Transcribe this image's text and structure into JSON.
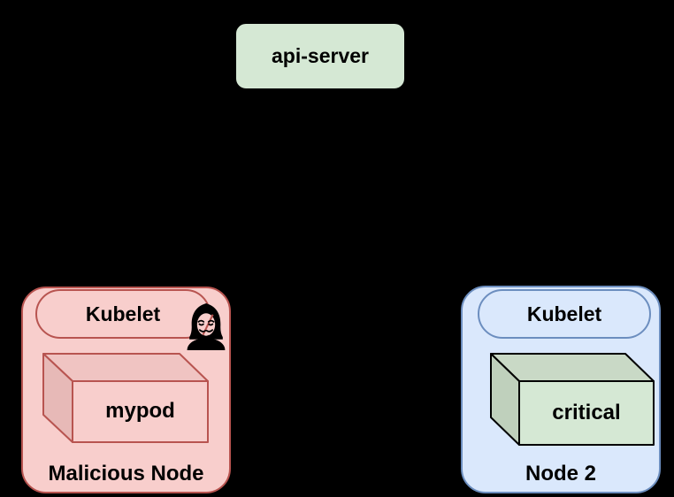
{
  "colors": {
    "bg": "#000000",
    "text": "#000000",
    "black-stroke": "#000000",
    "green-fill": "#d5e8d4",
    "green-top": "#c9d9c6",
    "green-side": "#bfd0bc",
    "pink-fill": "#f8cecc",
    "pink-top": "#f0c4c2",
    "pink-side": "#e7b9b7",
    "red-stroke": "#b85450",
    "blue-fill": "#dae8fc",
    "blue-stroke": "#6c8ebf"
  },
  "api_server": {
    "label": "api-server"
  },
  "malicious_node": {
    "title": "Malicious Node",
    "kubelet_label": "Kubelet",
    "pod_label": "mypod",
    "hacker_icon": "anonymous-hacker"
  },
  "node2": {
    "title": "Node 2",
    "kubelet_label": "Kubelet",
    "pod_label": "critical"
  }
}
